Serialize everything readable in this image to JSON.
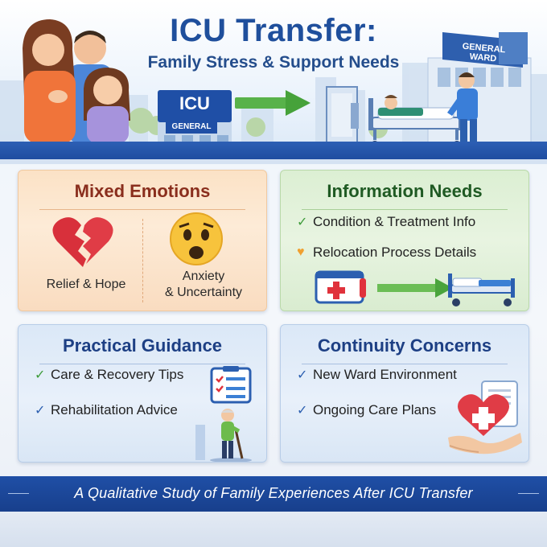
{
  "header": {
    "title": "ICU Transfer:",
    "subtitle": "Family Stress & Support Needs",
    "icu_sign": "ICU",
    "icu_sub_sign": "GENERAL",
    "ward_sign": "GENERAL WARD"
  },
  "cards": {
    "emotions": {
      "title": "Mixed Emotions",
      "left_label": "Relief & Hope",
      "right_label_line1": "Anxiety",
      "right_label_line2": "& Uncertainty"
    },
    "information": {
      "title": "Information Needs",
      "items": [
        {
          "text": "Condition & Treatment Info",
          "marker": "check-icon",
          "color": "#3f9c3b"
        },
        {
          "text": "Relocation Process Details",
          "marker": "heart-icon",
          "color": "#f0a030"
        }
      ]
    },
    "guidance": {
      "title": "Practical Guidance",
      "items": [
        {
          "text": "Care & Recovery Tips",
          "marker": "check-icon",
          "color": "#3f9c3b"
        },
        {
          "text": "Rehabilitation Advice",
          "marker": "check-icon",
          "color": "#2c5fb0"
        }
      ]
    },
    "continuity": {
      "title": "Continuity Concerns",
      "items": [
        {
          "text": "New Ward Environment",
          "marker": "check-icon",
          "color": "#2c5fb0"
        },
        {
          "text": "Ongoing Care Plans",
          "marker": "check-icon",
          "color": "#2c5fb0"
        }
      ]
    }
  },
  "footer": {
    "text": "A Qualitative Study of Family Experiences After ICU Transfer"
  },
  "colors": {
    "title_blue": "#1f4f9c",
    "band_blue": "#1e4da0",
    "emotions_title": "#8a2e1d",
    "info_title": "#1f5a23",
    "blue_title": "#1d3f84"
  }
}
